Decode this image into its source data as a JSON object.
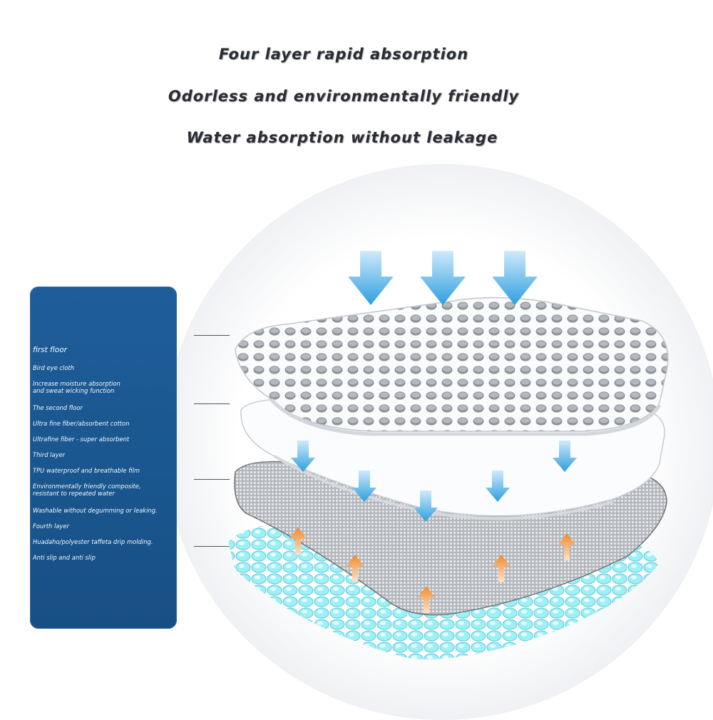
{
  "headlines": [
    "Four layer rapid absorption",
    "Odorless and environmentally friendly",
    "Water absorption without leakage"
  ],
  "legend": {
    "items": [
      "first floor",
      "Bird eye cloth",
      "Increase moisture absorption\nand sweat wicking function",
      "The second floor",
      "Ultra fine fiber/absorbent cotton",
      "Ultrafine fiber - super absorbent",
      "Third layer",
      "TPU waterproof and breathable film",
      "Environmentally friendly composite,\nresistant to repeated water",
      "Washable without degumming or leaking.",
      "Fourth layer",
      "Huadaho/polyester taffeta drip molding.",
      "Anti slip and anti slip"
    ]
  },
  "colors": {
    "panel": "#1a5790",
    "down_arrow": "#2d9fe0",
    "up_arrow": "#f08a2a",
    "bottom_dots": "#6fe0ec",
    "mesh": "#8a8d93"
  },
  "icons": {
    "down_arrow": "arrow-down-icon",
    "up_arrow": "arrow-up-icon"
  }
}
